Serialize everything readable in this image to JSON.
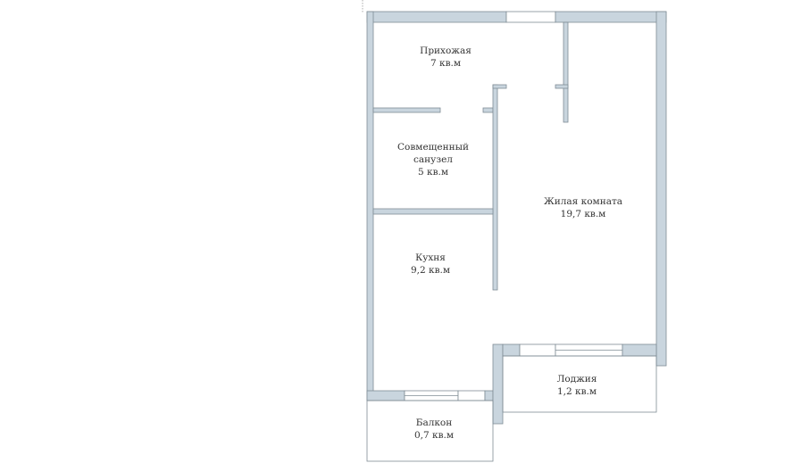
{
  "rooms": {
    "hallway": {
      "name": "Прихожая",
      "area": "7 кв.м"
    },
    "bathroom": {
      "name_line1": "Совмещенный",
      "name_line2": "санузел",
      "area": "5 кв.м"
    },
    "living_room": {
      "name": "Жилая комната",
      "area": "19,7 кв.м"
    },
    "kitchen": {
      "name": "Кухня",
      "area": "9,2 кв.м"
    },
    "loggia": {
      "name": "Лоджия",
      "area": "1,2 кв.м"
    },
    "balcony": {
      "name": "Балкон",
      "area": "0,7 кв.м"
    }
  },
  "colors": {
    "wall": "#c9d5de",
    "wall_outline": "#7f8c95"
  }
}
